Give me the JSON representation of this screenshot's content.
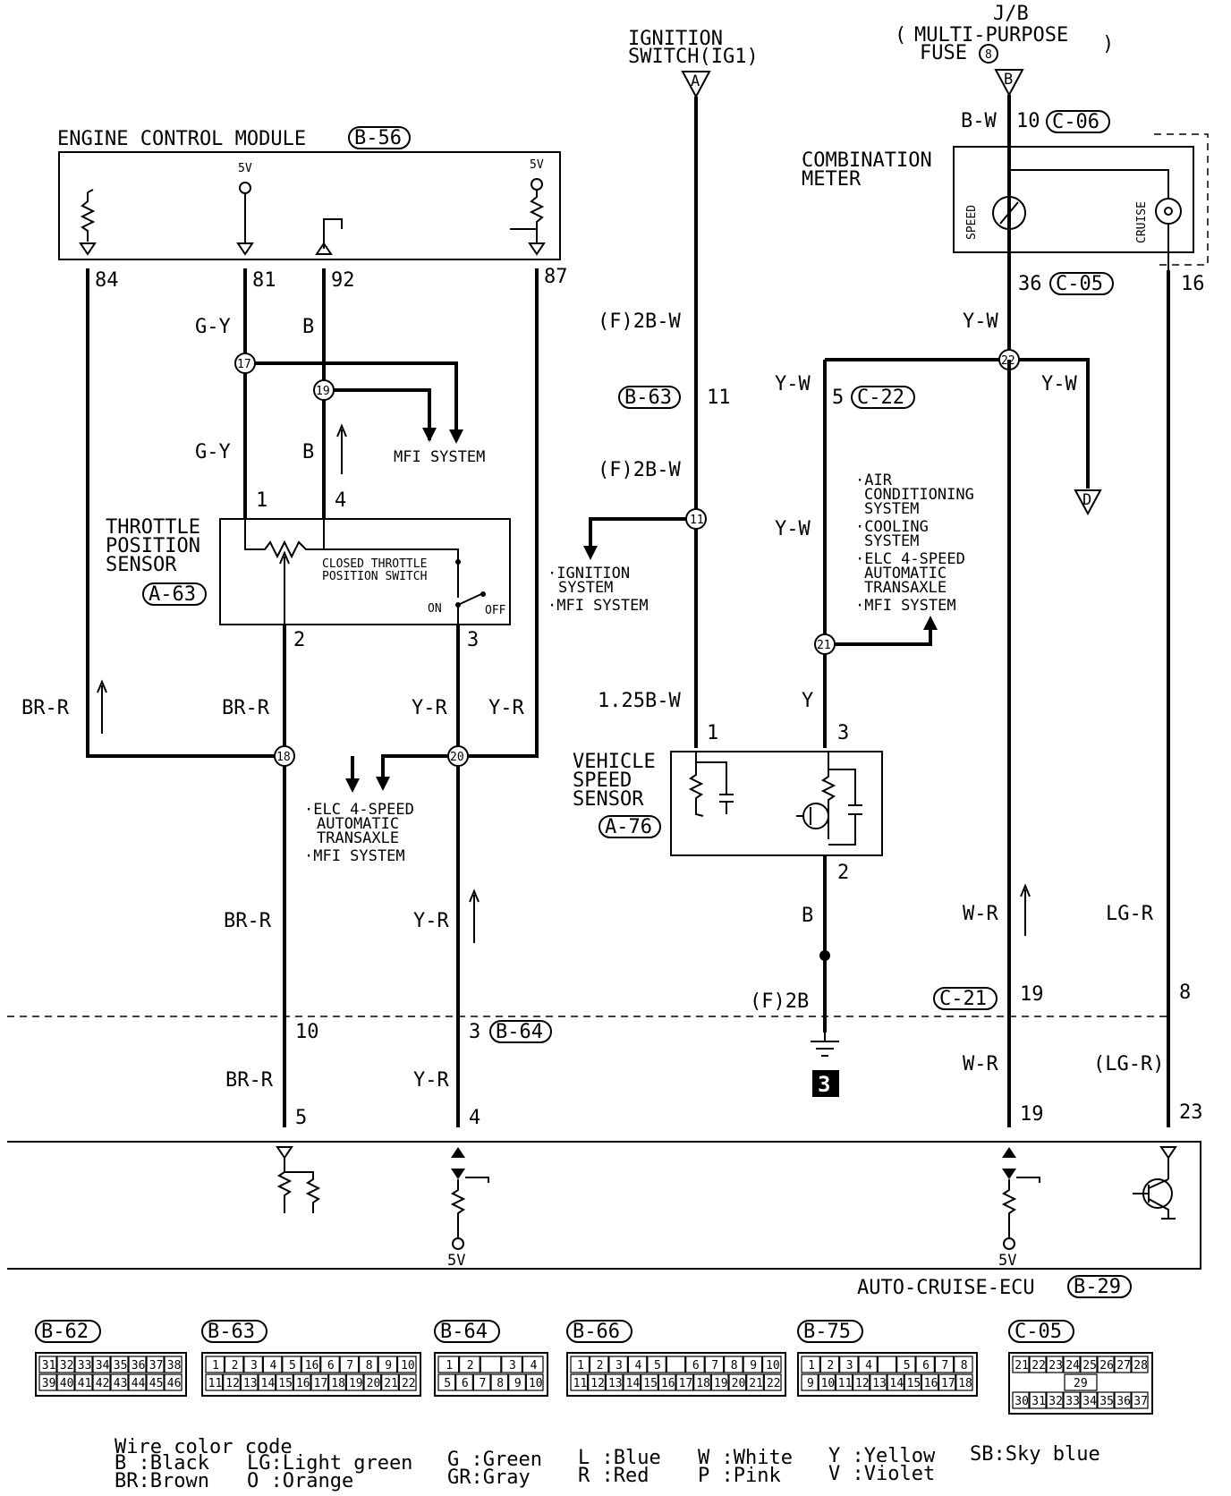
{
  "top": {
    "jb_title": "J/B",
    "jb_fuse_1": "MULTI-PURPOSE",
    "jb_fuse_2": "FUSE",
    "jb_fuse_num": "8",
    "ign_1": "IGNITION",
    "ign_2": "SWITCH(IG1)",
    "conn_a": "A",
    "conn_b": "B",
    "conn_d": "D"
  },
  "ecm": {
    "title": "ENGINE CONTROL MODULE",
    "conn": "B-56",
    "v1": "5V",
    "v2": "5V",
    "pins": [
      "84",
      "81",
      "92",
      "87"
    ]
  },
  "meter": {
    "title_1": "COMBINATION",
    "title_2": "METER",
    "speed": "SPEED",
    "cruise": "CRUISE",
    "pin_top": "10",
    "conn_top": "C-06",
    "pin_bottom": "36",
    "conn_bottom": "C-05",
    "pin_cruise": "16"
  },
  "tps": {
    "title_1": "THROTTLE",
    "title_2": "POSITION",
    "title_3": "SENSOR",
    "conn": "A-63",
    "switch_1": "CLOSED THROTTLE",
    "switch_2": "POSITION SWITCH",
    "on": "ON",
    "off": "OFF",
    "pins": [
      "1",
      "4",
      "2",
      "3"
    ]
  },
  "vss": {
    "title_1": "VEHICLE",
    "title_2": "SPEED",
    "title_3": "SENSOR",
    "conn": "A-76",
    "pins": [
      "1",
      "3",
      "2"
    ]
  },
  "wires": {
    "gy1": "G-Y",
    "b1": "B",
    "gy2": "G-Y",
    "b2": "B",
    "brr1": "BR-R",
    "brr2": "BR-R",
    "yr1": "Y-R",
    "yr2": "Y-R",
    "brr3": "BR-R",
    "yr3": "Y-R",
    "brr4": "BR-R",
    "yr4": "Y-R",
    "f2bw1": "(F)2B-W",
    "f2bw2": "(F)2B-W",
    "b125w": "1.25B-W",
    "bw": "B-W",
    "yw1": "Y-W",
    "yw2": "Y-W",
    "yw3": "Y-W",
    "yw4": "Y-W",
    "y": "Y",
    "b3": "B",
    "f2b": "(F)2B",
    "wr1": "W-R",
    "wr2": "W-R",
    "lgr1": "LG-R",
    "lgr2": "(LG-R)"
  },
  "conns": {
    "b63": "B-63",
    "b63_pin": "11",
    "c22": "C-22",
    "c22_pin": "5",
    "c21": "C-21",
    "c21_pin": "19",
    "c21_pin2": "8",
    "b64": "B-64",
    "b64_pin1": "10",
    "b64_pin2": "3"
  },
  "splices": [
    "17",
    "19",
    "18",
    "20",
    "11",
    "22",
    "21"
  ],
  "notes": {
    "mfi": "MFI SYSTEM",
    "ign_1": "·IGNITION",
    "ign_2": "SYSTEM",
    "ign_3": "·MFI SYSTEM",
    "elc_1": "·ELC 4-SPEED",
    "elc_2": "AUTOMATIC",
    "elc_3": "TRANSAXLE",
    "elc_4": "·MFI SYSTEM",
    "ac_1": "·AIR",
    "ac_2": "CONDITIONING",
    "ac_3": "SYSTEM",
    "ac_4": "·COOLING",
    "ac_5": "SYSTEM",
    "ac_6": "·ELC 4-SPEED",
    "ac_7": "AUTOMATIC",
    "ac_8": "TRANSAXLE",
    "ac_9": "·MFI SYSTEM"
  },
  "ground": "3",
  "ecu": {
    "title": "AUTO-CRUISE-ECU",
    "conn": "B-29",
    "pins": [
      "5",
      "4",
      "19",
      "23"
    ],
    "v1": "5V",
    "v2": "5V"
  },
  "connectors": [
    {
      "id": "B-62",
      "row1": [
        "31",
        "32",
        "33",
        "34",
        "35",
        "36",
        "37",
        "38"
      ],
      "row2": [
        "39",
        "40",
        "41",
        "42",
        "43",
        "44",
        "45",
        "46"
      ]
    },
    {
      "id": "B-63",
      "row1": [
        "1",
        "2",
        "3",
        "4",
        "5",
        "16",
        "6",
        "7",
        "8",
        "9",
        "10"
      ],
      "row2": [
        "11",
        "12",
        "13",
        "14",
        "15",
        "16",
        "17",
        "18",
        "19",
        "20",
        "21",
        "22"
      ]
    },
    {
      "id": "B-64",
      "row1": [
        "1",
        "2",
        "",
        "3",
        "4"
      ],
      "row2": [
        "5",
        "6",
        "7",
        "8",
        "9",
        "10"
      ]
    },
    {
      "id": "B-66",
      "row1": [
        "1",
        "2",
        "3",
        "4",
        "5",
        "",
        "6",
        "7",
        "8",
        "9",
        "10"
      ],
      "row2": [
        "11",
        "12",
        "13",
        "14",
        "15",
        "16",
        "17",
        "18",
        "19",
        "20",
        "21",
        "22"
      ]
    },
    {
      "id": "B-75",
      "row1": [
        "1",
        "2",
        "3",
        "4",
        "",
        "5",
        "6",
        "7",
        "8"
      ],
      "row2": [
        "9",
        "10",
        "11",
        "12",
        "13",
        "14",
        "15",
        "16",
        "17",
        "18"
      ]
    },
    {
      "id": "C-05",
      "row1": [
        "21",
        "22",
        "23",
        "24",
        "25",
        "26",
        "27",
        "28"
      ],
      "mid": "29",
      "row2": [
        "30",
        "31",
        "32",
        "33",
        "34",
        "35",
        "36",
        "37"
      ]
    }
  ],
  "legend": {
    "title": "Wire color code",
    "items": [
      "B :Black",
      "BR:Brown",
      "LG:Light green",
      "O :Orange",
      "G :Green",
      "GR:Gray",
      "L :Blue",
      "R :Red",
      "W :White",
      "P :Pink",
      "Y :Yellow",
      "V :Violet",
      "SB:Sky blue"
    ]
  }
}
